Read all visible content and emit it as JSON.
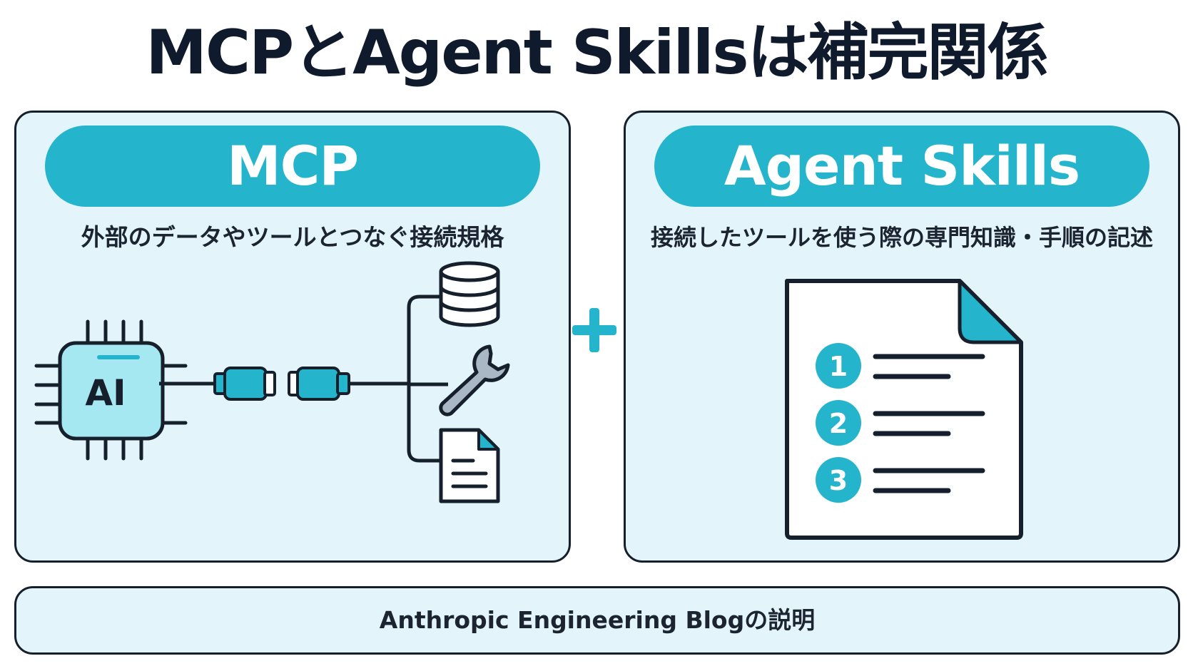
{
  "title": "MCPとAgent Skillsは補完関係",
  "mcp": {
    "heading": "MCP",
    "description": "外部のデータやツールとつなぐ接続規格",
    "chip_label": "AI",
    "icons": [
      "ai-chip-icon",
      "connector-plug-icon",
      "database-icon",
      "wrench-icon",
      "document-icon"
    ]
  },
  "skills": {
    "heading": "Agent Skills",
    "description": "接続したツールを使う際の専門知識・手順の記述",
    "steps": [
      "1",
      "2",
      "3"
    ],
    "icons": [
      "document-checklist-icon"
    ]
  },
  "connector_symbol": "plus-icon",
  "footer": "Anthropic Engineering Blogの説明",
  "colors": {
    "accent": "#24b4cb",
    "panel_bg": "#e3f5fa",
    "outline": "#16202c",
    "chip_fill": "#a6e8f1",
    "icon_gray": "#a9b8c4"
  }
}
